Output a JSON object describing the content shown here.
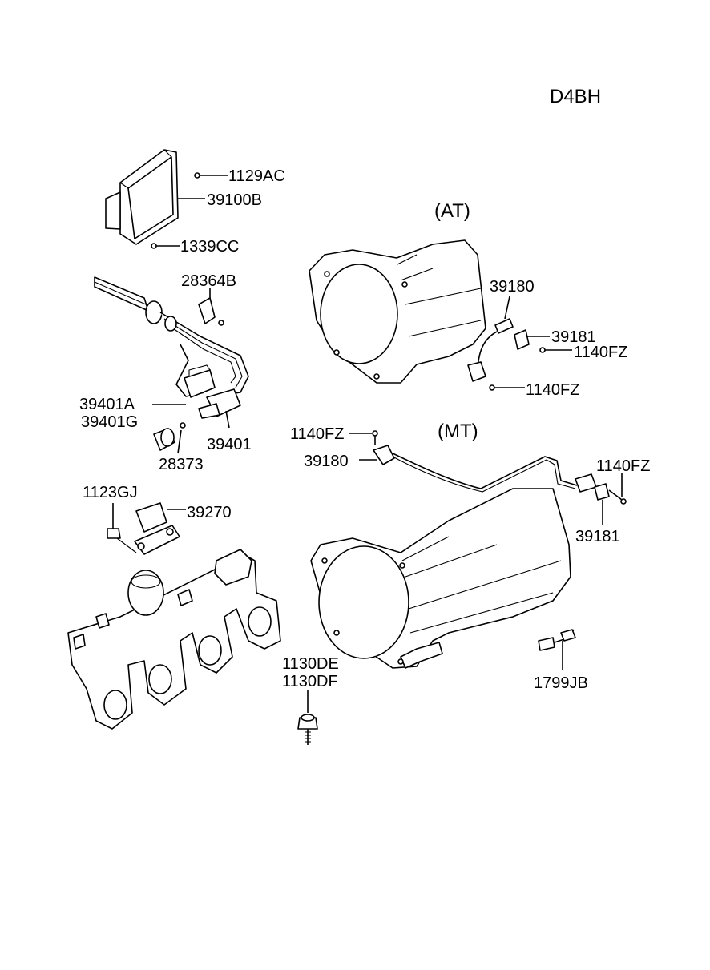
{
  "engine_code": "D4BH",
  "sections": {
    "automatic": "(AT)",
    "manual": "(MT)"
  },
  "labels": {
    "ecu_screw": "1129AC",
    "ecu": "39100B",
    "ecu_bracket_screw": "1339CC",
    "vacuum_bracket": "28364B",
    "solenoid_a": "39401A",
    "solenoid_g": "39401G",
    "solenoid": "39401",
    "grommet": "28373",
    "map_bolt": "1123GJ",
    "map_sensor": "39270",
    "at_speed_sensor": "39180",
    "at_connector": "39181",
    "at_bolt_1": "1140FZ",
    "at_bolt_2": "1140FZ",
    "mt_bolt_1": "1140FZ",
    "mt_speed_sensor": "39180",
    "mt_bolt_2": "1140FZ",
    "mt_connector": "39181",
    "bolt_de": "1130DE",
    "bolt_df": "1130DF",
    "harness": "1799JB"
  }
}
